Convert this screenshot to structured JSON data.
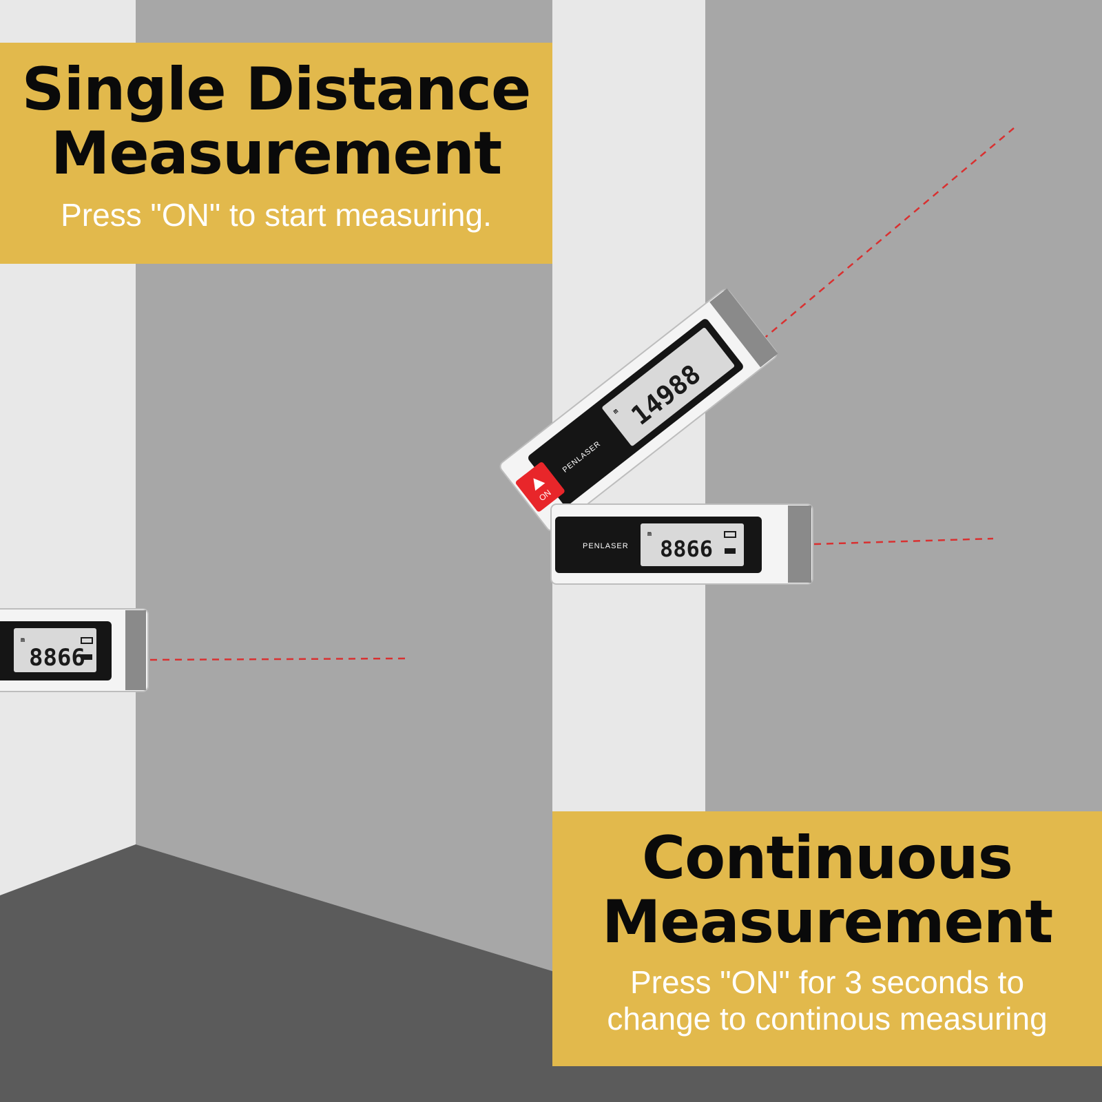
{
  "single": {
    "title_line1": "Single Distance",
    "title_line2": "Measurement",
    "subtitle": "Press \"ON\" to start measuring."
  },
  "continuous": {
    "title_line1": "Continuous",
    "title_line2": "Measurement",
    "subtitle_line1": "Press \"ON\" for 3 seconds to",
    "subtitle_line2": "change to continous measuring"
  },
  "device": {
    "brand": "PENLASER",
    "button_label": "ON",
    "unit": "m",
    "display_left": "8866",
    "display_top": "14988",
    "display_right": "8866"
  },
  "colors": {
    "banner": "#e2b94c",
    "wall_light": "#e8e8e8",
    "wall_gray": "#a7a7a7",
    "floor": "#5b5b5b",
    "laser": "#d93030",
    "button": "#e8262a"
  },
  "icons": [
    "battery-icon",
    "distance-icon",
    "laser-warning-icon"
  ]
}
